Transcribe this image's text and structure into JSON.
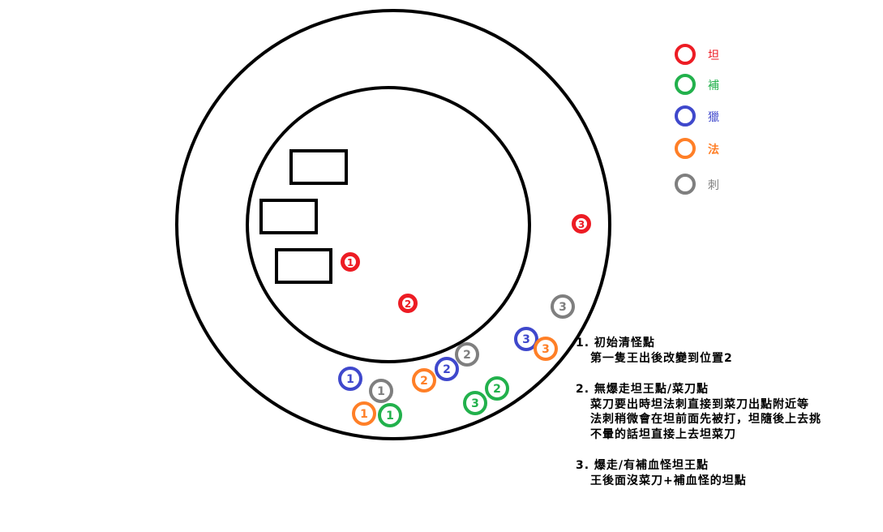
{
  "colors": {
    "tank": "#ed1c24",
    "healer": "#22b14c",
    "hunter": "#3f48cc",
    "mage": "#ff7f27",
    "rogue": "#7f7f7f"
  },
  "legend": [
    {
      "role": "tank",
      "label": "坦"
    },
    {
      "role": "healer",
      "label": "補"
    },
    {
      "role": "hunter",
      "label": "獵"
    },
    {
      "role": "mage",
      "label": "法"
    },
    {
      "role": "rogue",
      "label": "刺"
    }
  ],
  "markers": [
    {
      "role": "tank",
      "num": "1"
    },
    {
      "role": "tank",
      "num": "2"
    },
    {
      "role": "tank",
      "num": "3"
    },
    {
      "role": "hunter",
      "num": "1"
    },
    {
      "role": "rogue",
      "num": "1"
    },
    {
      "role": "mage",
      "num": "1"
    },
    {
      "role": "healer",
      "num": "1"
    },
    {
      "role": "mage",
      "num": "2"
    },
    {
      "role": "hunter",
      "num": "2"
    },
    {
      "role": "rogue",
      "num": "2"
    },
    {
      "role": "healer",
      "num": "3"
    },
    {
      "role": "healer",
      "num": "2"
    },
    {
      "role": "hunter",
      "num": "3"
    },
    {
      "role": "mage",
      "num": "3"
    },
    {
      "role": "rogue",
      "num": "3"
    }
  ],
  "notes": [
    {
      "title": "1. 初始清怪點",
      "lines": [
        "第一隻王出後改變到位置2"
      ]
    },
    {
      "title": "2. 無爆走坦王點/菜刀點",
      "lines": [
        "菜刀要出時坦法刺直接到菜刀出點附近等",
        "法刺稍微會在坦前面先被打，坦隨後上去挑",
        "不暈的話坦直接上去坦菜刀"
      ]
    },
    {
      "title": "3. 爆走/有補血怪坦王點",
      "lines": [
        "王後面沒菜刀+補血怪的坦點"
      ]
    }
  ]
}
